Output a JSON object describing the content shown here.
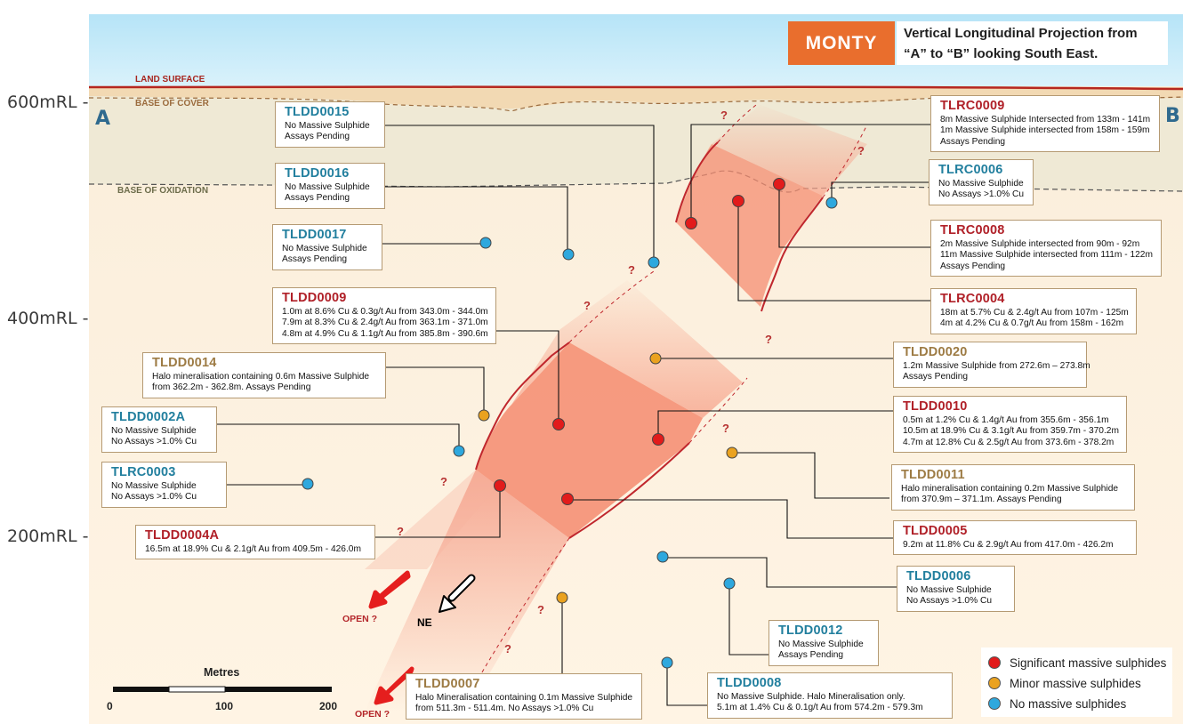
{
  "colors": {
    "significant": "#e21b1b",
    "minor": "#eaa21f",
    "none": "#2ea8de",
    "title_accent": "#e96e2d",
    "zone_fill": "#f4866c",
    "zone_outline": "#c0272d"
  },
  "header": {
    "badge": "MONTY",
    "title_line1": "Vertical Longitudinal Projection from",
    "title_line2": "“A” to “B” looking South East."
  },
  "section": {
    "end_a": "A",
    "end_b": "B",
    "land_surface": "LAND SURFACE",
    "base_of_cover": "BASE OF COVER",
    "base_of_oxidation": "BASE OF OXIDATION",
    "rl_labels": [
      "600mRL -",
      "400mRL -",
      "200mRL -"
    ],
    "open_label": "OPEN ?",
    "direction": "NE",
    "question_mark": "?"
  },
  "scale": {
    "title": "Metres",
    "ticks": [
      "0",
      "100",
      "200"
    ]
  },
  "legend": [
    {
      "label": "Significant massive sulphides",
      "category": "significant"
    },
    {
      "label": "Minor massive sulphides",
      "category": "minor"
    },
    {
      "label": "No massive sulphides",
      "category": "none"
    }
  ],
  "drillholes": [
    {
      "id": "TLDD0015",
      "category": "none",
      "lines": [
        "No Massive Sulphide",
        "Assays Pending"
      ]
    },
    {
      "id": "TLDD0016",
      "category": "none",
      "lines": [
        "No Massive Sulphide",
        "Assays Pending"
      ]
    },
    {
      "id": "TLDD0017",
      "category": "none",
      "lines": [
        "No Massive Sulphide",
        "Assays Pending"
      ]
    },
    {
      "id": "TLDD0009",
      "category": "significant",
      "lines": [
        "1.0m at 8.6% Cu & 0.3g/t Au from 343.0m - 344.0m",
        "7.9m at 8.3% Cu & 2.4g/t Au from 363.1m - 371.0m",
        "4.8m at 4.9% Cu & 1.1g/t Au from 385.8m - 390.6m"
      ]
    },
    {
      "id": "TLDD0014",
      "category": "minor",
      "lines": [
        "Halo mineralisation containing 0.6m Massive Sulphide",
        "from 362.2m - 362.8m. Assays Pending"
      ]
    },
    {
      "id": "TLDD0002A",
      "category": "none",
      "lines": [
        "No Massive Sulphide",
        "No Assays >1.0% Cu"
      ]
    },
    {
      "id": "TLRC0003",
      "category": "none",
      "lines": [
        "No Massive Sulphide",
        "No Assays >1.0% Cu"
      ]
    },
    {
      "id": "TLDD0004A",
      "category": "significant",
      "lines": [
        "16.5m at 18.9% Cu & 2.1g/t Au from 409.5m - 426.0m"
      ]
    },
    {
      "id": "TLDD0007",
      "category": "minor",
      "lines": [
        "Halo Mineralisation containing 0.1m Massive Sulphide",
        "from 511.3m - 511.4m. No Assays >1.0% Cu"
      ]
    },
    {
      "id": "TLDD0008",
      "category": "none",
      "lines": [
        "No Massive Sulphide. Halo Mineralisation only.",
        "5.1m at 1.4% Cu & 0.1g/t Au from 574.2m - 579.3m"
      ]
    },
    {
      "id": "TLDD0012",
      "category": "none",
      "lines": [
        "No Massive Sulphide",
        "Assays Pending"
      ]
    },
    {
      "id": "TLDD0006",
      "category": "none",
      "lines": [
        "No Massive Sulphide",
        "No Assays >1.0% Cu"
      ]
    },
    {
      "id": "TLDD0005",
      "category": "significant",
      "lines": [
        "9.2m at 11.8% Cu & 2.9g/t Au from 417.0m - 426.2m"
      ]
    },
    {
      "id": "TLDD0011",
      "category": "minor",
      "lines": [
        "Halo mineralisation containing 0.2m Massive Sulphide",
        "from 370.9m – 371.1m. Assays Pending"
      ]
    },
    {
      "id": "TLDD0010",
      "category": "significant",
      "lines": [
        "0.5m at 1.2% Cu & 1.4g/t Au from 355.6m - 356.1m",
        "10.5m at 18.9% Cu & 3.1g/t Au from 359.7m - 370.2m",
        "4.7m at 12.8% Cu & 2.5g/t Au from 373.6m - 378.2m"
      ]
    },
    {
      "id": "TLDD0020",
      "category": "minor",
      "lines": [
        "1.2m Massive Sulphide from 272.6m – 273.8m",
        "Assays Pending"
      ]
    },
    {
      "id": "TLRC0004",
      "category": "significant",
      "lines": [
        "18m at 5.7% Cu & 2.4g/t Au from 107m - 125m",
        "4m at 4.2% Cu & 0.7g/t Au from 158m - 162m"
      ]
    },
    {
      "id": "TLRC0008",
      "category": "significant",
      "lines": [
        "2m Massive Sulphide intersected from 90m - 92m",
        "11m Massive Sulphide intersected from 111m - 122m",
        "Assays Pending"
      ]
    },
    {
      "id": "TLRC0006",
      "category": "none",
      "lines": [
        "No Massive Sulphide",
        "No Assays >1.0% Cu"
      ]
    },
    {
      "id": "TLRC0009",
      "category": "significant",
      "lines": [
        "8m Massive Sulphide Intersected from 133m - 141m",
        "1m Massive Sulphide intersected from 158m - 159m",
        "Assays Pending"
      ]
    }
  ]
}
